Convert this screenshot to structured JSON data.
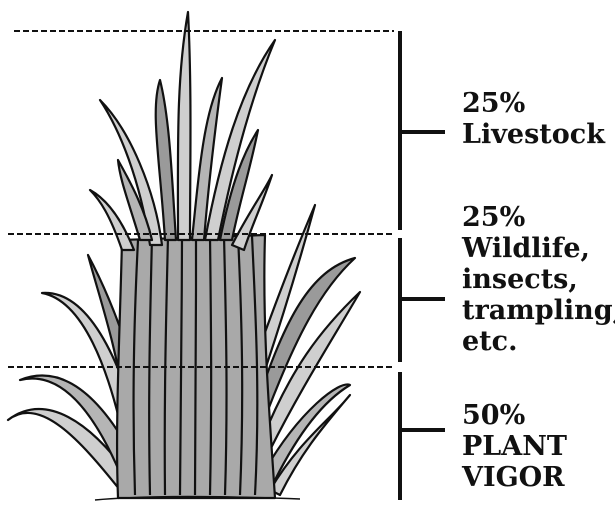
{
  "diagram": {
    "sections": [
      {
        "percent": "25%",
        "lines": [
          "Livestock"
        ]
      },
      {
        "percent": "25%",
        "lines": [
          "Wildlife,",
          "insects,",
          "trampling,",
          "etc."
        ]
      },
      {
        "percent": "50%",
        "lines": [
          "PLANT",
          "VIGOR"
        ]
      }
    ],
    "colors": {
      "ink": "#111111",
      "plant_fill": "#9a9a9a",
      "plant_light": "#cfcfcf"
    }
  }
}
